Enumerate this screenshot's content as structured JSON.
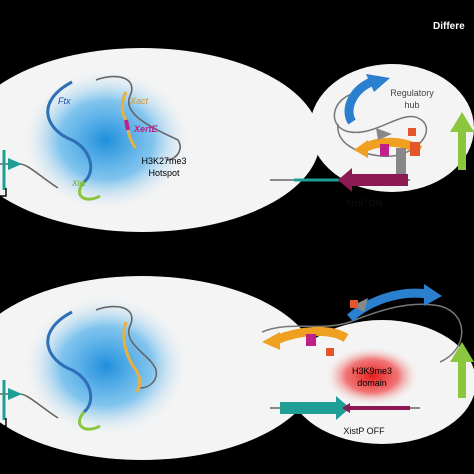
{
  "header": {
    "title_fragment": "Differe"
  },
  "top_panel": {
    "genes": {
      "ftx": "Ftx",
      "xact": "Xact",
      "xerte": "XertE",
      "xist": "Xist"
    },
    "hotspot_line1": "H3K27me3",
    "hotspot_line2": "Hotspot",
    "hub_line1": "Regulatory",
    "hub_line2": "hub",
    "promoter_label": "XistP ON"
  },
  "bottom_panel": {
    "domain_line1": "H3K9me3",
    "domain_line2": "domain",
    "promoter_label": "XistP OFF"
  },
  "colors": {
    "background": "#000000",
    "nucleus": "#f4f4f4",
    "cloud": "#2a9be0",
    "ftx": "#2f6fb8",
    "xact": "#e8b040",
    "xerte": "#c0208a",
    "xist": "#8cc63f",
    "arc_blue": "#2b7fcf",
    "arc_orange": "#f0a020",
    "teal": "#1f9e96",
    "maroon": "#8c1a52",
    "red_domain": "#e8201f",
    "grey_line": "#777777"
  }
}
